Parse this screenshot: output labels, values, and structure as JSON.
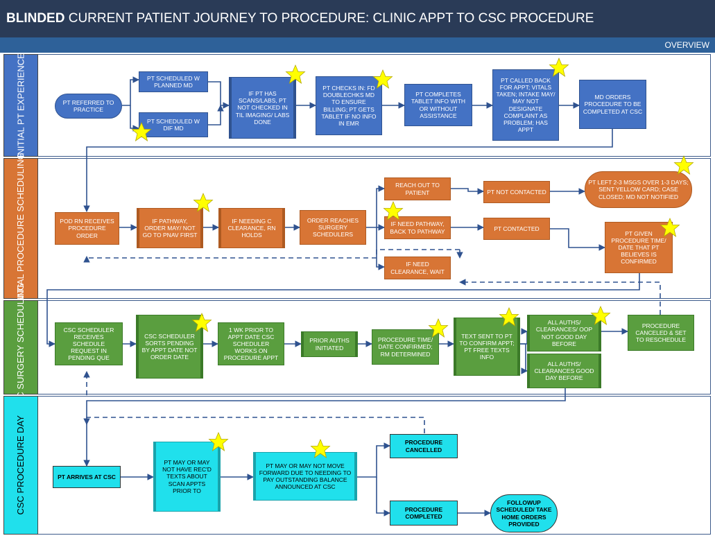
{
  "title": {
    "bold": "BLINDED",
    "rest": " CURRENT PATIENT JOURNEY TO PROCEDURE:  CLINIC APPT TO CSC PROCEDURE"
  },
  "overview": "OVERVIEW",
  "lanes": {
    "l1": "INITIAL PT EXPERIENCE",
    "l2": "INITIAL PROCEDURE SCHEDULING",
    "l3": "CSC SURGERY SCHEDULING",
    "l4": "CSC PROCEDURE DAY"
  },
  "boxes": {
    "referred": "PT REFERRED TO PRACTICE",
    "sched_planned": "PT SCHEDULED W PLANNED MD",
    "sched_dif": "PT SCHEDULED W DIF MD",
    "scans": "IF PT HAS SCANS/LABS, PT NOT CHECKED IN TIL IMAGING/ LABS DONE",
    "checks_in": "PT CHECKS IN:  FD DOUBLECHKS MD TO ENSURE BILLING; PT GETS TABLET IF NO INFO IN EMR",
    "tablet": "PT COMPLETES TABLET INFO WITH OR WITHOUT ASSISTANCE",
    "called_back": "PT CALLED BACK FOR APPT; VITALS TAKEN; INTAKE MAY/ MAY NOT DESIGNATE COMPLAINT AS PROBLEM; HAS APPT",
    "md_orders": "MD ORDERS PROCEDURE TO BE COMPLETED AT CSC",
    "pod_rn": "POD RN RECEIVES PROCEDURE ORDER",
    "pathway": "IF PATHWAY, ORDER MAY/ NOT GO TO PNAV FIRST",
    "needing_c": "IF NEEDING C CLEARANCE, RN HOLDS",
    "order_reaches": "ORDER REACHES SURGERY SCHEDULERS",
    "reach_out": "REACH OUT TO PATIENT",
    "need_pathway": "IF NEED PATHWAY, BACK TO PATHWAY",
    "need_clearance": "IF NEED CLEARANCE, WAIT",
    "not_contacted": "PT NOT CONTACTED",
    "contacted": "PT CONTACTED",
    "left_msgs": "PT LEFT 2-3 MSGS OVER 1-3 DAYS; SENT YELLOW CARD; CASE CLOSED; MD NOT NOTIFIED",
    "given_time": "PT GIVEN PROCEDURE TIME/ DATE THAT PT BELIEVES IS CONFIRMED",
    "csc_receives": "CSC SCHEDULER RECEIVES SCHEDULE REQUEST IN PENDING QUE",
    "csc_sorts": "CSC SCHEDULER SORTS PENDING BY APPT DATE NOT ORDER DATE",
    "wk_prior": "1 WK PRIOR TO APPT DATE CSC SCHEDULER WORKS ON PROCEDURE APPT",
    "prior_auths": "PRIOR AUTHS INITIATED",
    "proc_confirmed": "PROCEDURE TIME/ DATE CONFIRMED; RM DETERMINED",
    "text_sent": "TEXT SENT TO PT TO CONFIRM APPT; PT FREE TEXTS INFO",
    "auths_not_good": "ALL AUTHS/ CLEARANCES/ OOP NOT GOOD DAY BEFORE",
    "auths_good": "ALL AUTHS/ CLEARANCES GOOD DAY BEFORE",
    "canceled_reschedule": "PROCEDURE CANCELED & SET TO RESCHEDULE",
    "arrives": "PT ARRIVES AT CSC",
    "recd_texts": "PT MAY OR MAY NOT HAVE REC'D TEXTS ABOUT SCAN APPTS PRIOR TO",
    "balance": "PT MAY OR MAY NOT MOVE FORWARD DUE TO NEEDING TO PAY OUTSTANDING BALANCE ANNOUNCED AT CSC",
    "cancelled": "PROCEDURE CANCELLED",
    "completed": "PROCEDURE COMPLETED",
    "followup": "FOLLOWUP SCHEDULED/ TAKE HOME ORDERS PROVIDED"
  },
  "colors": {
    "title_bg": "#2a3b57",
    "overview_bg": "#2e6199",
    "lane1": "#4472c4",
    "lane2": "#d87535",
    "lane3": "#5a9e3f",
    "lane4": "#20e0ec",
    "star": "#ffff00"
  },
  "star_icon": "star-icon"
}
